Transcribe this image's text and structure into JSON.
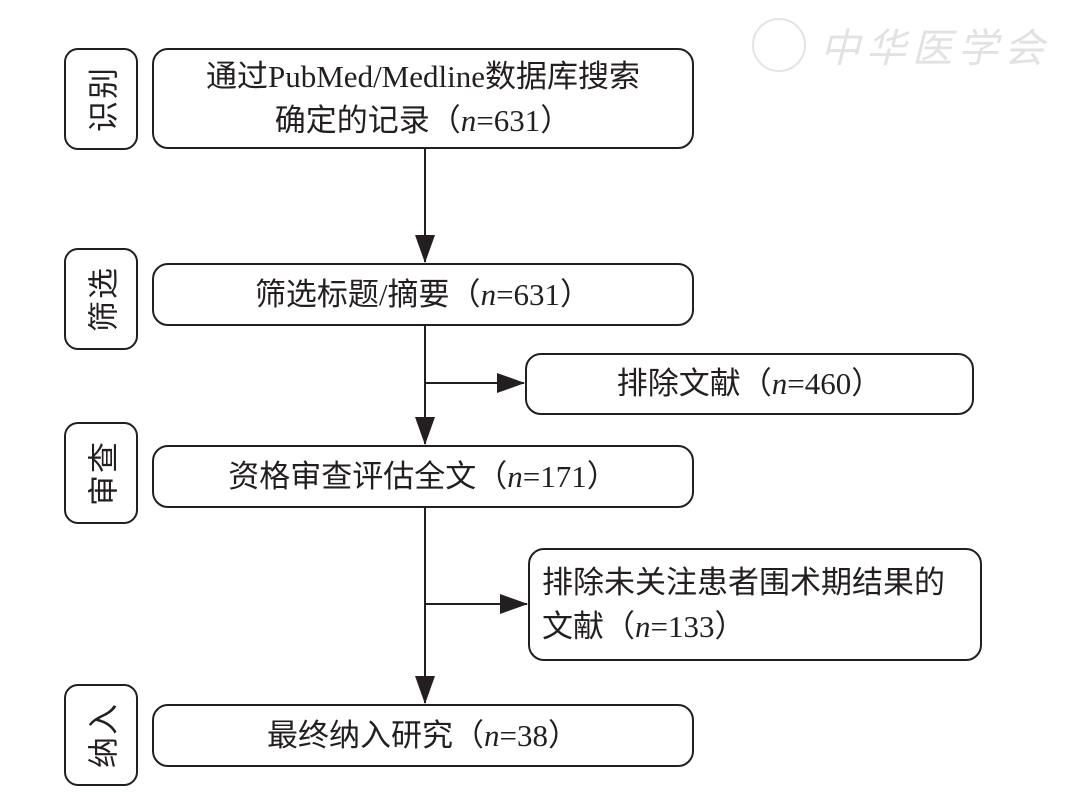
{
  "watermark": {
    "text": "中华医学会"
  },
  "stages": [
    {
      "label": "识别"
    },
    {
      "label": "筛选"
    },
    {
      "label": "审查"
    },
    {
      "label": "纳入"
    }
  ],
  "main_boxes": [
    {
      "line1": "通过PubMed/Medline数据库搜索",
      "line2_prefix": "确定的记录（",
      "n_label": "n",
      "n_value": "=631",
      "suffix": "）"
    },
    {
      "prefix": "筛选标题/摘要（",
      "n_label": "n",
      "n_value": "=631",
      "suffix": "）"
    },
    {
      "prefix": "资格审查评估全文（",
      "n_label": "n",
      "n_value": "=171",
      "suffix": "）"
    },
    {
      "prefix": "最终纳入研究（",
      "n_label": "n",
      "n_value": "=38",
      "suffix": "）"
    }
  ],
  "exclusion_boxes": [
    {
      "prefix": "排除文献（",
      "n_label": "n",
      "n_value": "=460",
      "suffix": "）"
    },
    {
      "line1": "排除未关注患者围术期结果的",
      "line2_prefix": "文献（",
      "n_label": "n",
      "n_value": "=133",
      "suffix": "）"
    }
  ],
  "colors": {
    "stroke": "#231f20",
    "background": "#ffffff",
    "watermark": "#e2e2e2"
  }
}
